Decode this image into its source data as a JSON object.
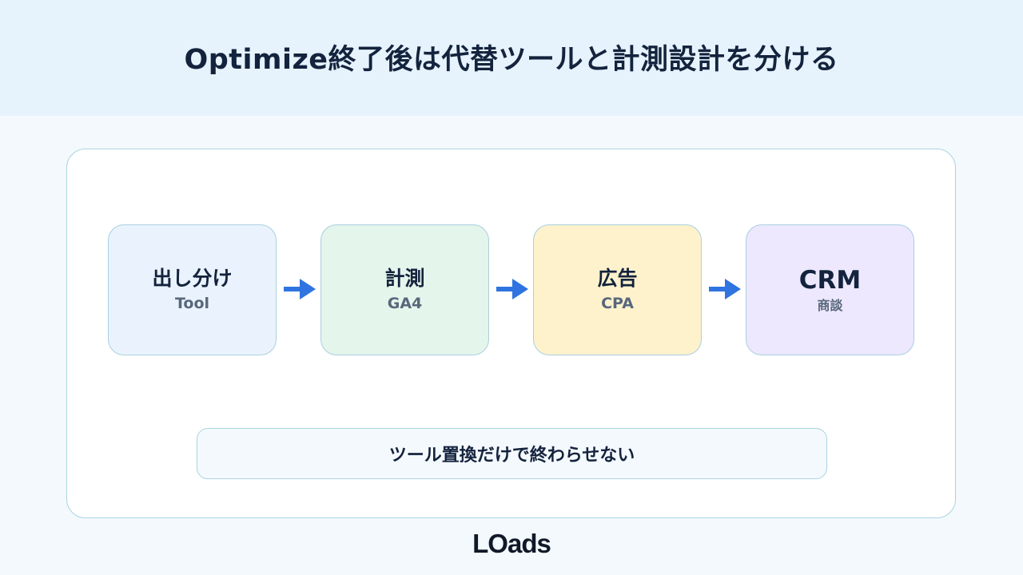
{
  "header": {
    "title": "Optimize終了後は代替ツールと計測設計を分ける"
  },
  "flow": {
    "steps": [
      {
        "label": "出し分け",
        "sub": "Tool",
        "color": "#eaf3fd"
      },
      {
        "label": "計測",
        "sub": "GA4",
        "color": "#e4f5ec"
      },
      {
        "label": "広告",
        "sub": "CPA",
        "color": "#fdf2cc"
      },
      {
        "label": "CRM",
        "sub": "商談",
        "color": "#ede8fd"
      }
    ],
    "arrow_color": "#2f74e0",
    "arrow_icon": "arrow-right-icon"
  },
  "note": {
    "text": "ツール置換だけで終わらせない"
  },
  "footer": {
    "logo": "LOads"
  }
}
